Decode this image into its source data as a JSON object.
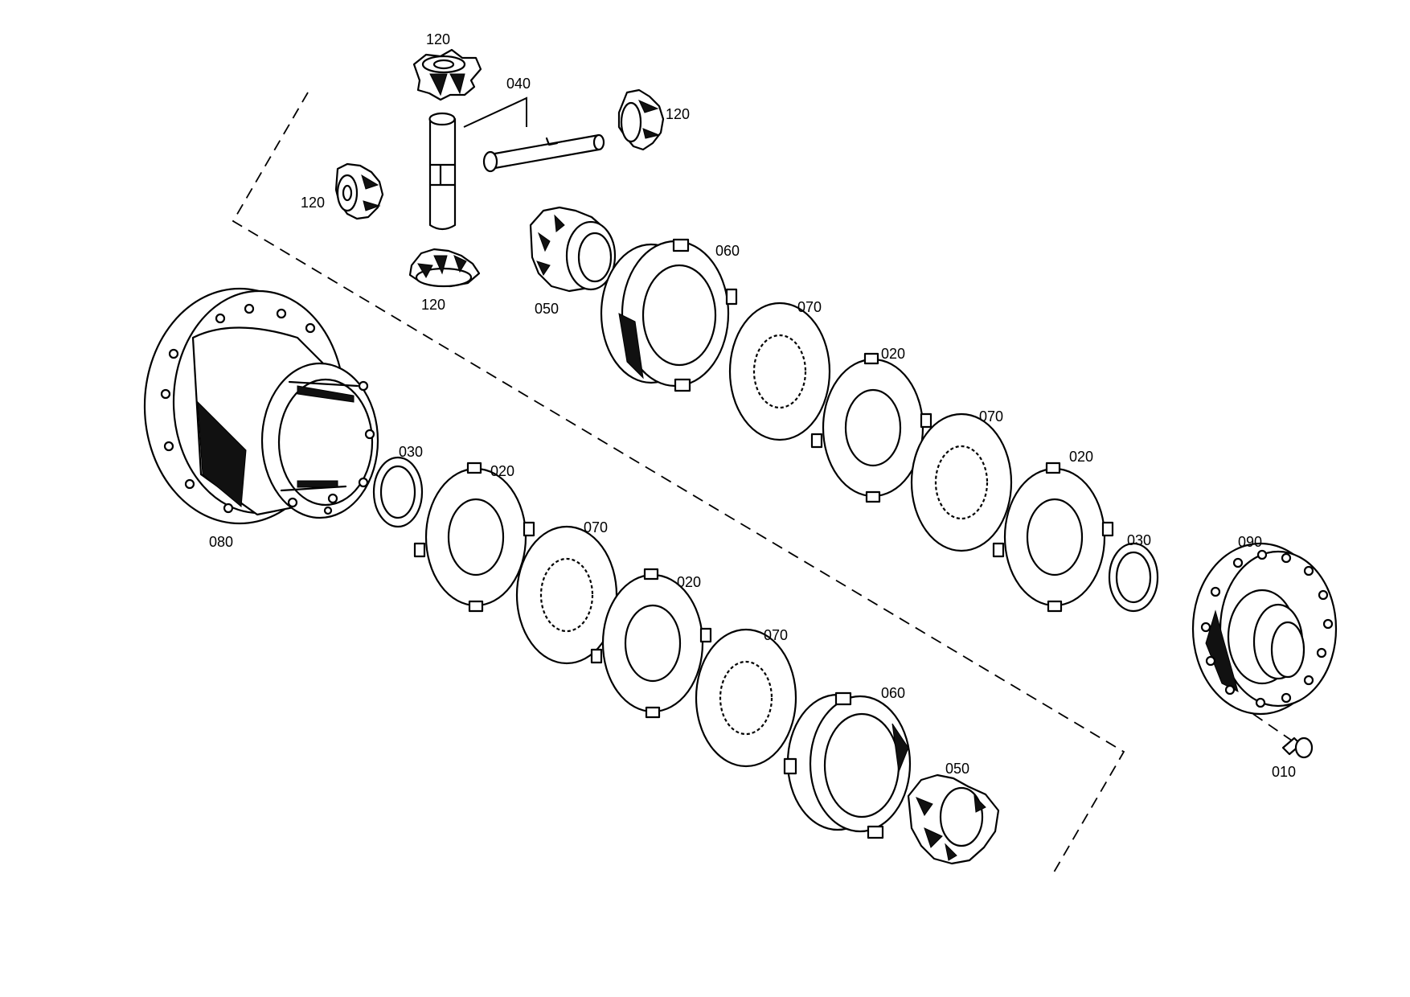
{
  "part_labels": [
    {
      "id": "120-top",
      "text": "120"
    },
    {
      "id": "040",
      "text": "040"
    },
    {
      "id": "120-right",
      "text": "120"
    },
    {
      "id": "120-left",
      "text": "120"
    },
    {
      "id": "120-bottom",
      "text": "120"
    },
    {
      "id": "060-upper",
      "text": "060"
    },
    {
      "id": "050-upper",
      "text": "050"
    },
    {
      "id": "070-upper-1",
      "text": "070"
    },
    {
      "id": "020-upper-1",
      "text": "020"
    },
    {
      "id": "070-upper-2",
      "text": "070"
    },
    {
      "id": "020-upper-2",
      "text": "020"
    },
    {
      "id": "030-upper",
      "text": "030"
    },
    {
      "id": "090",
      "text": "090"
    },
    {
      "id": "010",
      "text": "010"
    },
    {
      "id": "080",
      "text": "080"
    },
    {
      "id": "030-lower",
      "text": "030"
    },
    {
      "id": "020-lower-1",
      "text": "020"
    },
    {
      "id": "070-lower-1",
      "text": "070"
    },
    {
      "id": "020-lower-2",
      "text": "020"
    },
    {
      "id": "070-lower-2",
      "text": "070"
    },
    {
      "id": "060-lower",
      "text": "060"
    },
    {
      "id": "050-lower",
      "text": "050"
    }
  ]
}
